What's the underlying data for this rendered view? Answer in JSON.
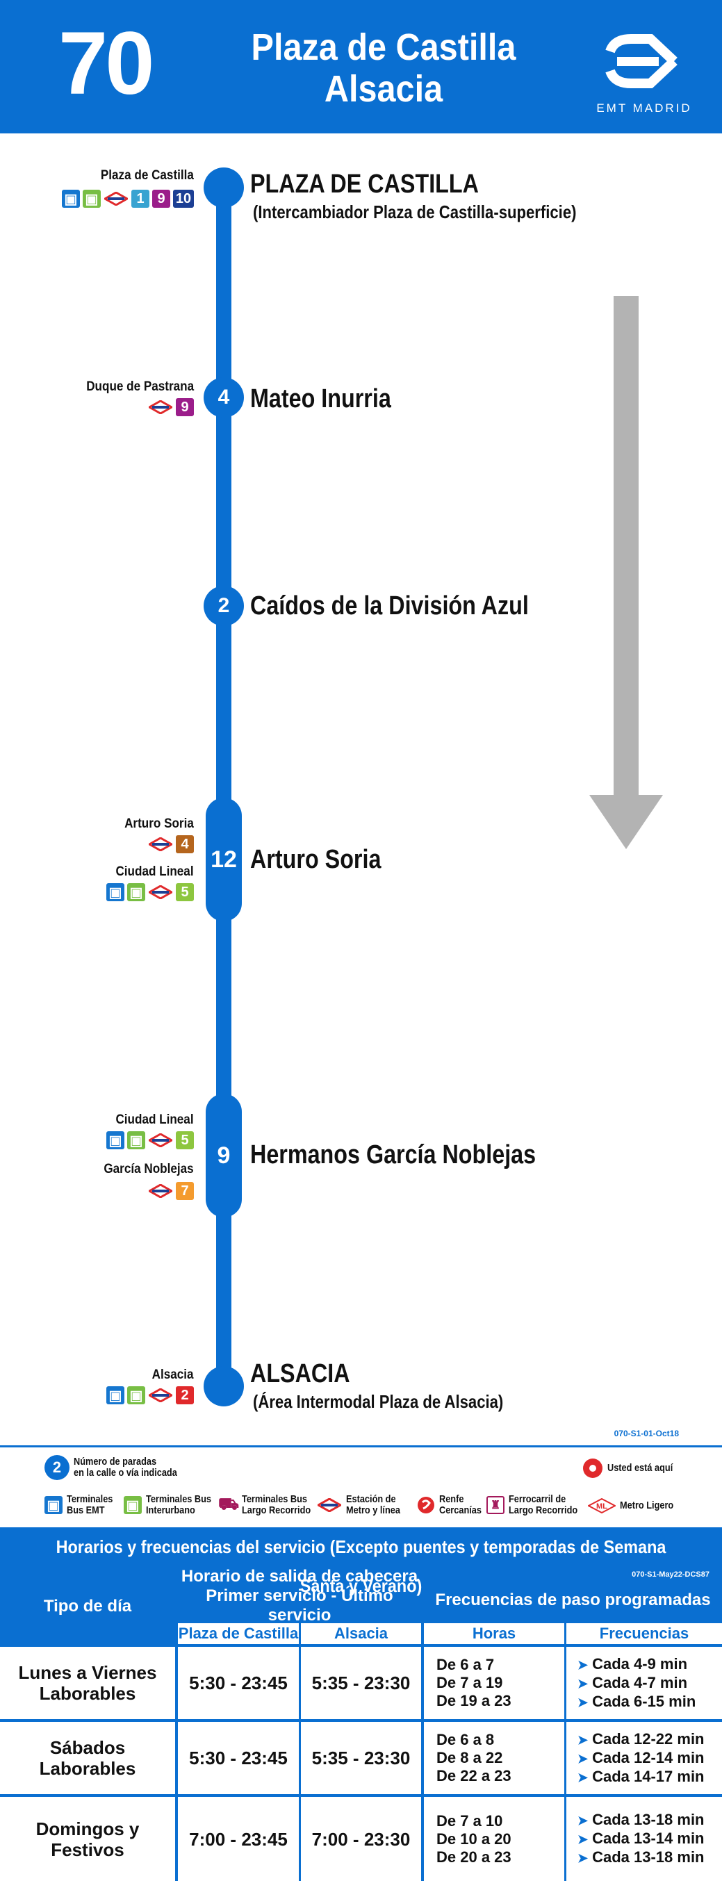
{
  "header": {
    "route_number": "70",
    "origin": "Plaza de Castilla",
    "destination": "Alsacia",
    "logo_text": "EMT MADRID"
  },
  "stops": [
    {
      "label": "",
      "name": "PLAZA DE CASTILLA",
      "sub": "(Intercambiador Plaza de Castilla-superficie)",
      "connections": [
        {
          "station": "Plaza de Castilla",
          "icons": [
            "bus-emt",
            "bus-interurbano",
            "metro"
          ],
          "lines": [
            "1",
            "9",
            "10"
          ]
        }
      ]
    },
    {
      "label": "4",
      "name": "Mateo Inurria",
      "sub": "",
      "connections": [
        {
          "station": "Duque de Pastrana",
          "icons": [
            "metro"
          ],
          "lines": [
            "9"
          ]
        }
      ]
    },
    {
      "label": "2",
      "name": "Caídos de la División Azul",
      "sub": "",
      "connections": []
    },
    {
      "label": "12",
      "name": "Arturo Soria",
      "sub": "",
      "connections": [
        {
          "station": "Arturo Soria",
          "icons": [
            "metro"
          ],
          "lines": [
            "4"
          ]
        },
        {
          "station": "Ciudad Lineal",
          "icons": [
            "bus-emt",
            "bus-interurbano",
            "metro"
          ],
          "lines": [
            "5"
          ]
        }
      ]
    },
    {
      "label": "9",
      "name": "Hermanos García Noblejas",
      "sub": "",
      "connections": [
        {
          "station": "Ciudad Lineal",
          "icons": [
            "bus-emt",
            "bus-interurbano",
            "metro"
          ],
          "lines": [
            "5"
          ]
        },
        {
          "station": "García Noblejas",
          "icons": [
            "metro"
          ],
          "lines": [
            "7"
          ]
        }
      ]
    },
    {
      "label": "",
      "name": "ALSACIA",
      "sub": "(Área Intermodal Plaza de Alsacia)",
      "connections": [
        {
          "station": "Alsacia",
          "icons": [
            "bus-emt",
            "bus-interurbano",
            "metro"
          ],
          "lines": [
            "2"
          ]
        }
      ]
    }
  ],
  "metro_line_colors": {
    "1": "#38a3d1",
    "2": "#e0292b",
    "4": "#b5651d",
    "5": "#8dc63f",
    "7": "#f49b2e",
    "9": "#9b1d8a",
    "10": "#1c3f94"
  },
  "legend": {
    "code": "070-S1-01-Oct18",
    "stops_badge": "2",
    "stops_text_1": "Número de paradas",
    "stops_text_2": "en la calle o vía indicada",
    "you_are_here": "Usted está aquí",
    "items": [
      {
        "icon": "bus-emt-icon",
        "line1": "Terminales",
        "line2": "Bus EMT"
      },
      {
        "icon": "bus-interurbano-icon",
        "line1": "Terminales Bus",
        "line2": "Interurbano"
      },
      {
        "icon": "bus-largo-icon",
        "line1": "Terminales Bus",
        "line2": "Largo Recorrido"
      },
      {
        "icon": "metro-icon",
        "line1": "Estación de",
        "line2": "Metro y línea"
      },
      {
        "icon": "renfe-icon",
        "line1": "Renfe",
        "line2": "Cercanías"
      },
      {
        "icon": "train-icon",
        "line1": "Ferrocarril de",
        "line2": "Largo Recorrido"
      },
      {
        "icon": "metro-ligero-icon",
        "line1": "Metro Ligero",
        "line2": ""
      }
    ]
  },
  "schedule": {
    "title": "Horarios y frecuencias del servicio (Excepto puentes y temporadas de Semana Santa y Verano)",
    "code": "070-S1-May22-DCS87",
    "col_day": "Tipo de día",
    "col_schedule_1": "Horario de salida de cabecera",
    "col_schedule_2": "Primer servicio - Último servicio",
    "col_freq": "Frecuencias de paso programadas",
    "sub_origin": "Plaza de Castilla",
    "sub_dest": "Alsacia",
    "sub_hours": "Horas",
    "sub_freq": "Frecuencias",
    "rows": [
      {
        "day_1": "Lunes a Viernes",
        "day_2": "Laborables",
        "origin": "5:30 - 23:45",
        "dest": "5:35 - 23:30",
        "hours": [
          "De 6 a 7",
          "De 7 a 19",
          "De 19 a 23"
        ],
        "freqs": [
          "Cada 4-9 min",
          "Cada 4-7 min",
          "Cada 6-15 min"
        ]
      },
      {
        "day_1": "Sábados",
        "day_2": "Laborables",
        "origin": "5:30 - 23:45",
        "dest": "5:35 - 23:30",
        "hours": [
          "De 6 a 8",
          "De 8 a 22",
          "De 22 a 23"
        ],
        "freqs": [
          "Cada 12-22 min",
          "Cada 12-14 min",
          "Cada 14-17 min"
        ]
      },
      {
        "day_1": "Domingos y",
        "day_2": "Festivos",
        "origin": "7:00 - 23:45",
        "dest": "7:00 - 23:30",
        "hours": [
          "De 7 a 10",
          "De 10 a 20",
          "De 20 a 23"
        ],
        "freqs": [
          "Cada 13-18 min",
          "Cada 13-14 min",
          "Cada 13-18 min"
        ]
      }
    ]
  }
}
